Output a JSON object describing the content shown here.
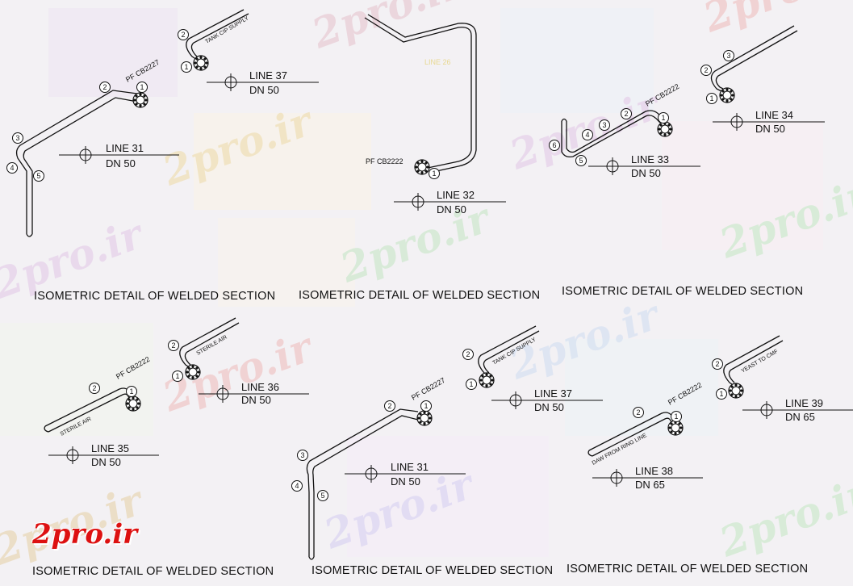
{
  "watermark_text": "2pro.ir",
  "logo_text": "2pro.ir",
  "captions": [
    "ISOMETRIC DETAIL OF WELDED SECTION",
    "ISOMETRIC DETAIL OF WELDED SECTION",
    "ISOMETRIC DETAIL OF WELDED SECTION",
    "ISOMETRIC DETAIL OF WELDED SECTION",
    "ISOMETRIC DETAIL OF WELDED SECTION",
    "ISOMETRIC DETAIL OF WELDED SECTION"
  ],
  "lines": [
    {
      "line": "LINE 31",
      "dn": "DN 50"
    },
    {
      "line": "LINE 37",
      "dn": "DN 50"
    },
    {
      "line": "LINE 32",
      "dn": "DN 50"
    },
    {
      "line": "LINE 33",
      "dn": "DN 50"
    },
    {
      "line": "LINE 34",
      "dn": "DN 50"
    },
    {
      "line": "LINE 36",
      "dn": "DN 50"
    },
    {
      "line": "LINE 35",
      "dn": "DN 50"
    },
    {
      "line": "LINE 37",
      "dn": "DN 50"
    },
    {
      "line": "LINE 31",
      "dn": "DN 50"
    },
    {
      "line": "LINE 39",
      "dn": "DN 65"
    },
    {
      "line": "LINE 38",
      "dn": "DN 65"
    }
  ],
  "pipe_labels": {
    "pf_cb2227": "PF CB2227",
    "pf_cb2222": "PF CB2222",
    "tank_cip_supply": "TANK CIP SUPPLY",
    "sterile_air": "STERILE AIR",
    "yeast_to_cmf": "YEAST TO CMF",
    "daw_from_ring_line": "DAW FROM RING LINE",
    "line_26": "LINE 26"
  },
  "markers": [
    "1",
    "2",
    "3",
    "4",
    "5",
    "6"
  ],
  "colors": {
    "ink": "#111111",
    "logo": "#dd1111",
    "watermark": "#e0c8d8"
  }
}
